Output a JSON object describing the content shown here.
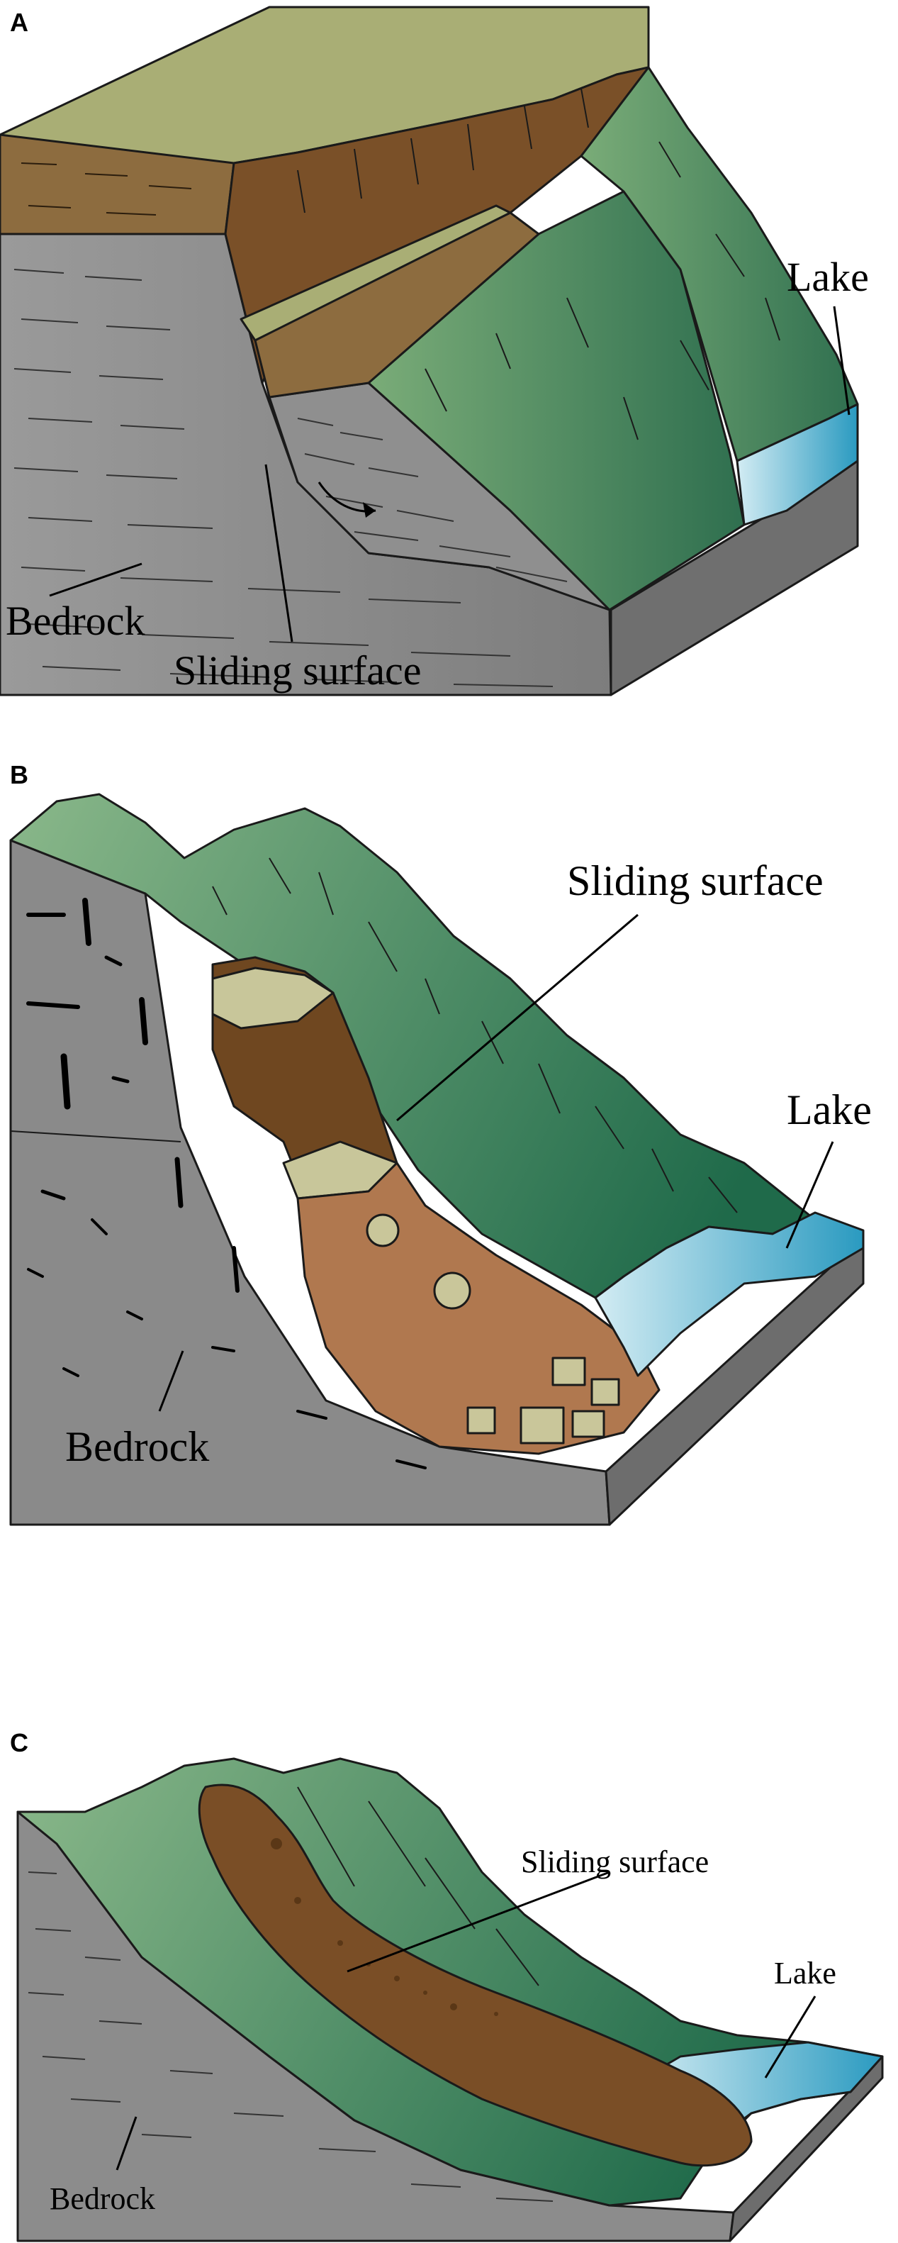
{
  "panels": [
    {
      "letter": "A",
      "labels": {
        "lake": "Lake",
        "bedrock": "Bedrock",
        "sliding_surface": "Sliding surface"
      }
    },
    {
      "letter": "B",
      "labels": {
        "sliding_surface": "Sliding surface",
        "lake": "Lake",
        "bedrock": "Bedrock"
      }
    },
    {
      "letter": "C",
      "labels": {
        "sliding_surface": "Sliding surface",
        "lake": "Lake",
        "bedrock": "Bedrock"
      }
    }
  ],
  "colors": {
    "plateau": "#a8ad74",
    "soil": "#8b6a3e",
    "soil_dark": "#6e4a22",
    "bedrock": "#8c8c8c",
    "bedrock_dark": "#777777",
    "slope_light": "#6fa06f",
    "slope_dark": "#2f6f4f",
    "debris": "#b07850",
    "block": "#c9c79a",
    "lake_light": "#bfe3ee",
    "lake_dark": "#2f9fc2"
  }
}
